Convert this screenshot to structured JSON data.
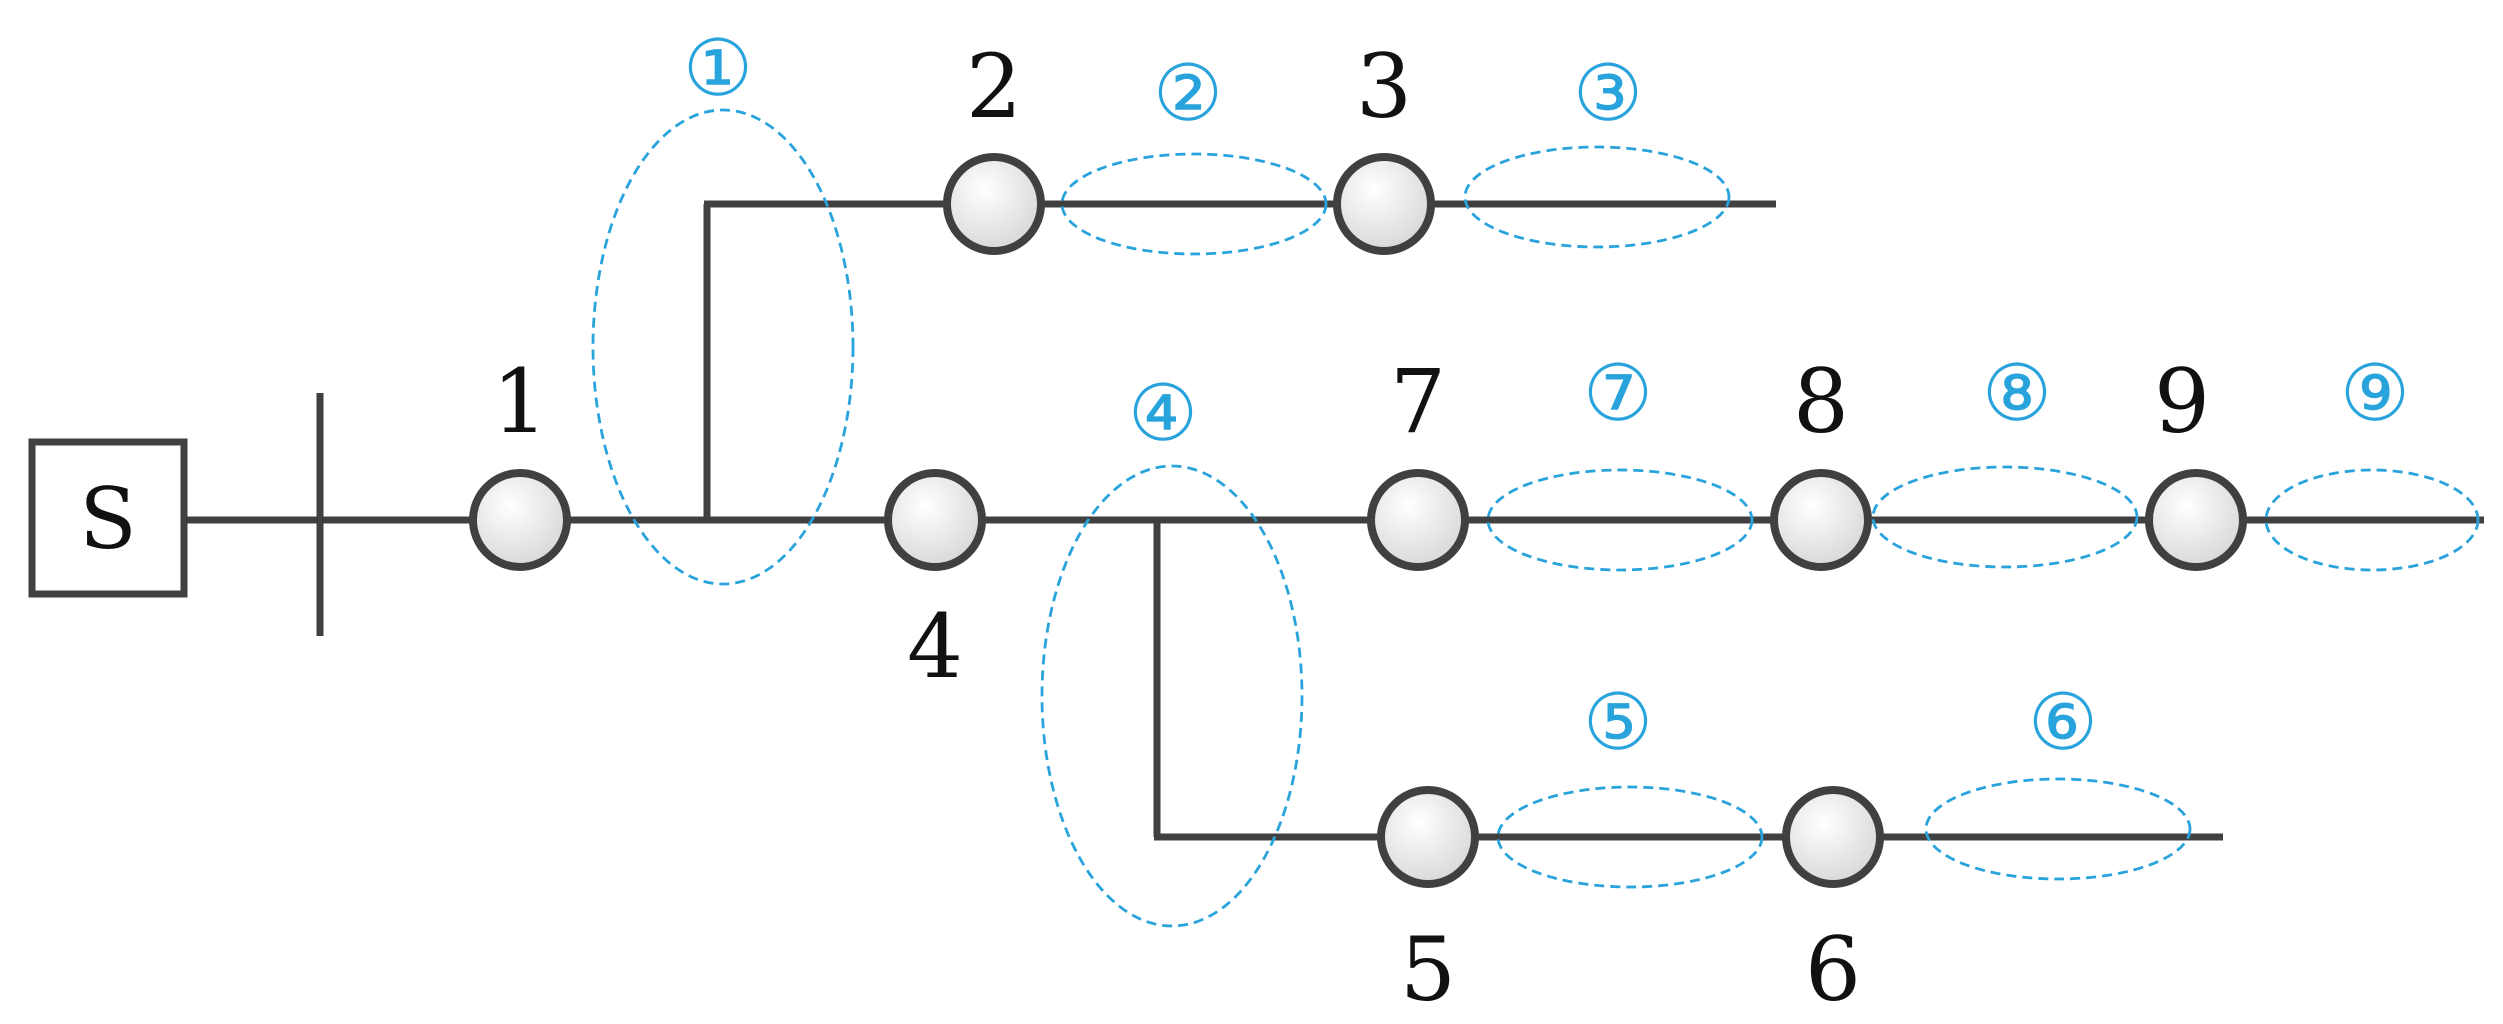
{
  "source": {
    "label": "S"
  },
  "nodes": {
    "n1": "1",
    "n2": "2",
    "n3": "3",
    "n4": "4",
    "n5": "5",
    "n6": "6",
    "n7": "7",
    "n8": "8",
    "n9": "9"
  },
  "zones": {
    "z1": "①",
    "z2": "②",
    "z3": "③",
    "z4": "④",
    "z5": "⑤",
    "z6": "⑥",
    "z7": "⑦",
    "z8": "⑧",
    "z9": "⑨"
  },
  "colors": {
    "line": "#404040",
    "zone": "#29a3dc",
    "text": "#111111"
  }
}
